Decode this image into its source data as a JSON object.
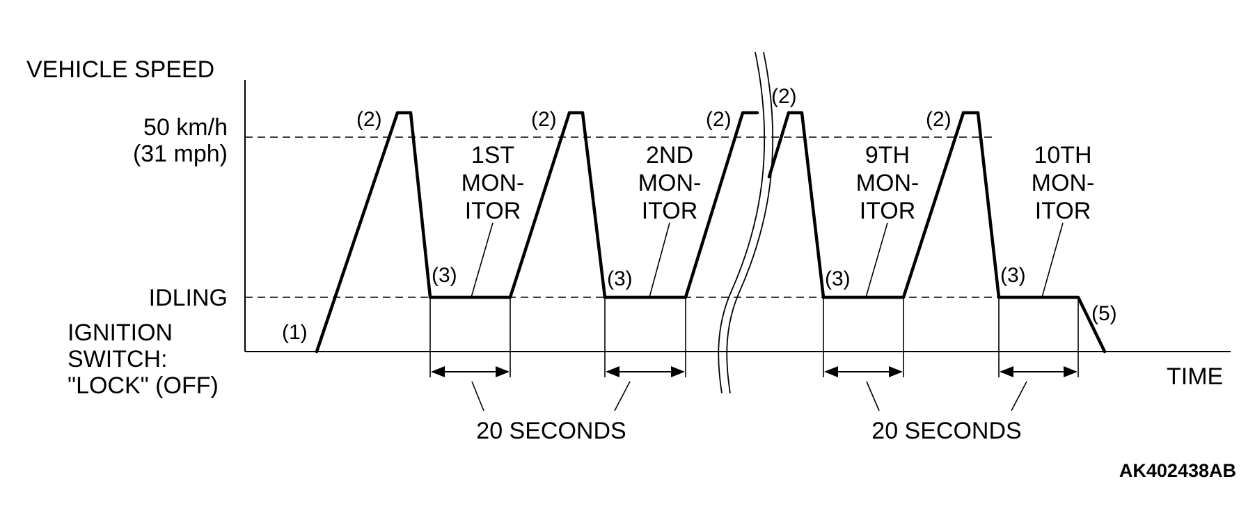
{
  "axes": {
    "y_title": "VEHICLE SPEED",
    "x_title": "TIME",
    "levels": {
      "speed_line1": "50 km/h",
      "speed_line2": "(31 mph)",
      "idling": "IDLING",
      "off_line1": "IGNITION",
      "off_line2": "SWITCH:",
      "off_line3": "\"LOCK\" (OFF)"
    }
  },
  "steps": {
    "s1": "(1)",
    "s2": "(2)",
    "s3": "(3)",
    "s5": "(5)"
  },
  "monitors": [
    {
      "line1": "1ST",
      "line2": "MON-",
      "line3": "ITOR"
    },
    {
      "line1": "2ND",
      "line2": "MON-",
      "line3": "ITOR"
    },
    {
      "line1": "9TH",
      "line2": "MON-",
      "line3": "ITOR"
    },
    {
      "line1": "10TH",
      "line2": "MON-",
      "line3": "ITOR"
    }
  ],
  "duration_label": "20 SECONDS",
  "figure_id": "AK402438AB"
}
